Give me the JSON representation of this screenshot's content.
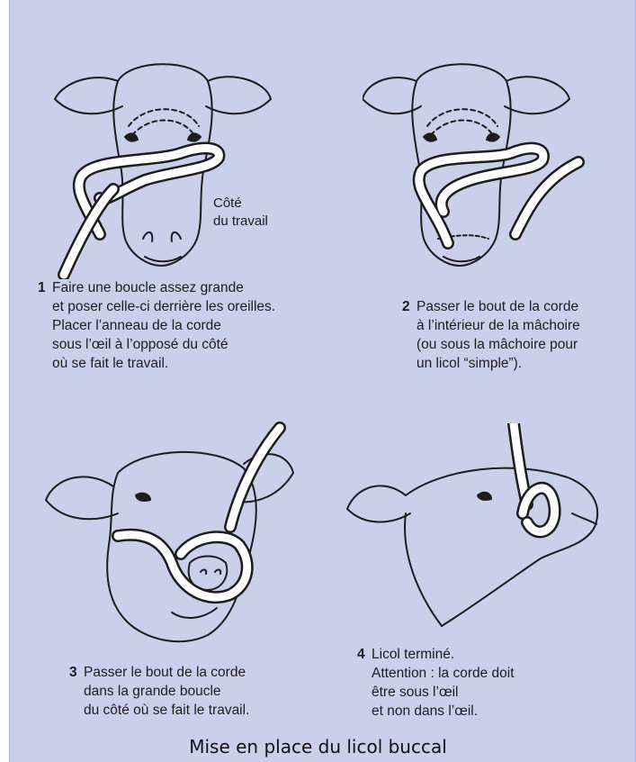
{
  "steps": [
    {
      "number": "1",
      "lines": [
        "Faire une boucle assez grande",
        "et poser celle-ci derrière les oreilles.",
        "Placer l’anneau de la corde",
        "sous l’œil à l’opposé du côté",
        "où se fait le travail."
      ]
    },
    {
      "number": "2",
      "lines": [
        "Passer le bout de la corde",
        "à l’intérieur de la mâchoire",
        "(ou sous la mâchoire pour",
        "un licol “simple”)."
      ]
    },
    {
      "number": "3",
      "lines": [
        "Passer le bout de la corde",
        "dans la grande boucle",
        "du côté où se fait le travail."
      ]
    },
    {
      "number": "4",
      "lines": [
        "Licol terminé.",
        "Attention : la corde doit",
        "être sous l’œil",
        "et non dans l’œil."
      ]
    }
  ],
  "side_label": [
    "Côté",
    "du travail"
  ],
  "caption": "Mise en place du licol buccal",
  "colors": {
    "panel": "#c9d0ea",
    "rope": "#ffffff",
    "ink": "#1d1d1d"
  }
}
